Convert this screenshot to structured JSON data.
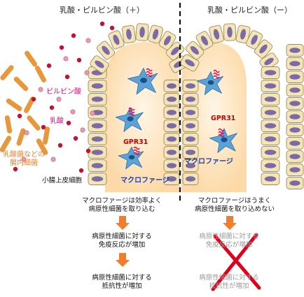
{
  "titles": {
    "left": "乳酸・ピルビン酸（＋）",
    "right": "乳酸・ピルビン酸（ー）"
  },
  "labels": {
    "pyruvate": "ピルビン酸",
    "lactate": "乳酸",
    "bacteria_line1": "乳酸菌などの",
    "bacteria_line2": "腸内細菌",
    "epithelial": "小腸上皮細胞",
    "gpr31_left": "GPR31",
    "gpr31_right": "GPR31",
    "macrophage_left": "マクロファージ",
    "macrophage_right": "マクロファージ"
  },
  "left_flow": {
    "step1_line1": "マクロファージは効率よく",
    "step1_line2": "病原性細菌を取り込む",
    "step2_line1": "病原性細菌に対する",
    "step2_line2": "免疫反応が増加",
    "step3_line1": "病原性細菌に対する",
    "step3_line2": "抵抗性が増加"
  },
  "right_flow": {
    "step1_line1": "マクロファージはうまく",
    "step1_line2": "病原性細菌を取り込めない",
    "step2_line1": "病原性細菌に対する",
    "step2_line2": "免疫反応が増加",
    "step3_line1": "病原性細菌に対する",
    "step3_line2": "抵抗性が増加"
  },
  "colors": {
    "cell_fill": "#f5e5b5",
    "cell_stroke": "#9a8c6a",
    "nucleus": "#7b6aa8",
    "lumen_fill": "#fde6c2",
    "macrophage": "#5aa3d6",
    "gpr31": "#e5004f",
    "bacteria": "#e8973a",
    "lactate_dot": "#c8102e",
    "pyruvate_dot": "#e89ab0",
    "arrow": "#f07e2e",
    "cross": "#e0001b"
  }
}
